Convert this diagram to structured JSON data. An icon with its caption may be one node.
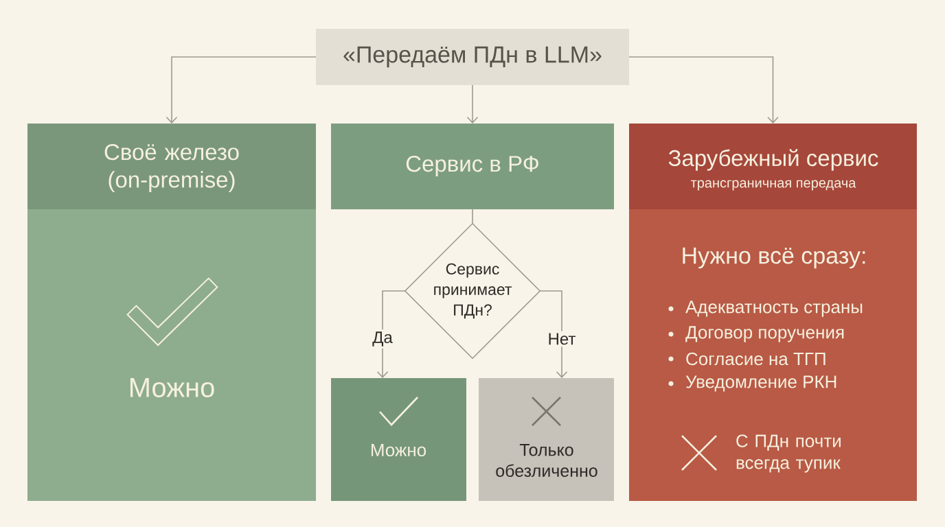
{
  "diagram": {
    "nodes": [
      {
        "text": [
          "«Передаём ПДн в LLM»"
        ]
      },
      {
        "text": [
          "Своё железо (on-premise)"
        ]
      },
      {
        "text": [
          "Можно"
        ]
      },
      {
        "text": [
          "Сервис в РФ"
        ]
      },
      {
        "text": [
          "Сервис принимает ПДн?"
        ]
      },
      {
        "text": [
          "Можно"
        ]
      },
      {
        "text": [
          "Только обезличенно"
        ]
      },
      {
        "text": [
          "Зарубежный сервис",
          "трансграничная передача"
        ]
      },
      {
        "text": [
          "Нужно всё сразу:",
          "Адекватность страны",
          "Договор поручения",
          "Согласие на ТГП",
          "Уведомление РКН",
          "С ПДн почти всегда тупик"
        ]
      }
    ],
    "edges": [
      {
        "from": 0,
        "to": 1,
        "arrow": "to"
      },
      {
        "from": 0,
        "to": 3,
        "arrow": "to"
      },
      {
        "from": 0,
        "to": 7,
        "arrow": "to"
      },
      {
        "from": 3,
        "to": 4,
        "arrow": "none"
      },
      {
        "from": 4,
        "to": 5,
        "arrow": "to",
        "label": "Да"
      },
      {
        "from": 4,
        "to": 6,
        "arrow": "to",
        "label": "Нет"
      }
    ]
  }
}
